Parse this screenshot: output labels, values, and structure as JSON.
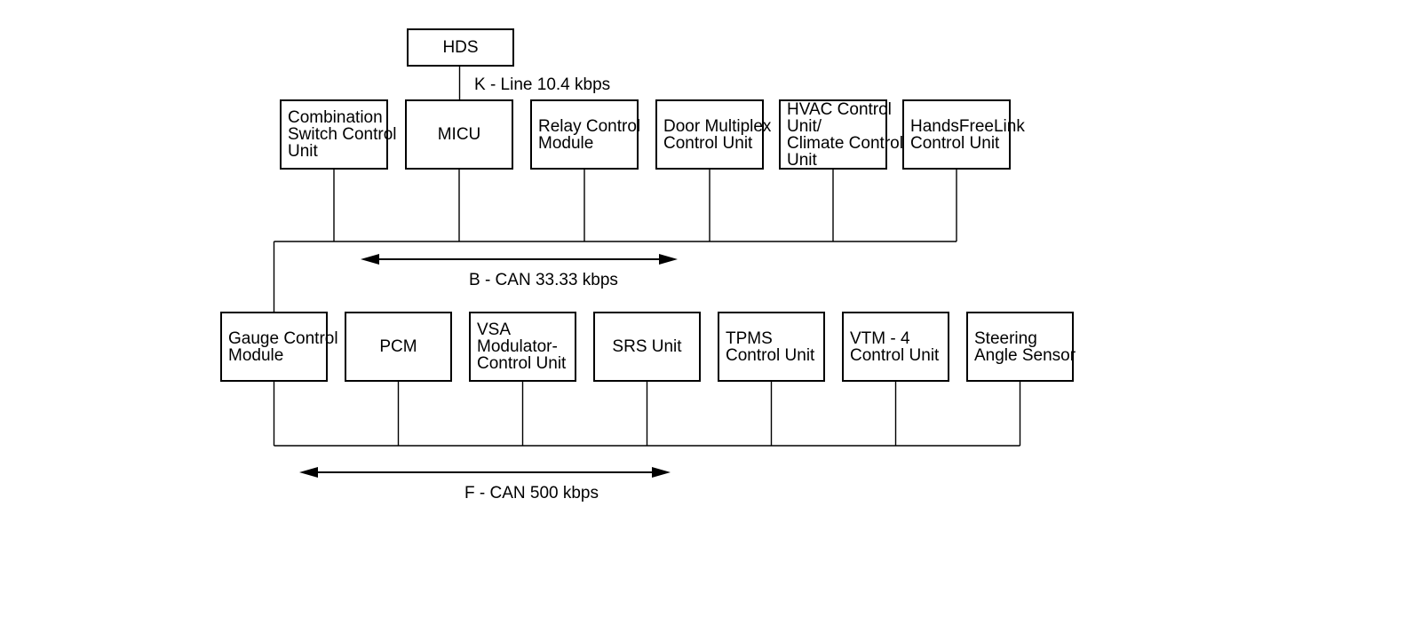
{
  "colors": {
    "background": "#ffffff",
    "line": "#000000",
    "text": "#000000"
  },
  "tester": {
    "label": "HDS"
  },
  "buses": {
    "k_line": {
      "label": "K - Line 10.4 kbps"
    },
    "b_can": {
      "label": "B - CAN 33.33 kbps"
    },
    "f_can": {
      "label": "F - CAN 500 kbps"
    }
  },
  "b_can_nodes": [
    {
      "label": "Combination\nSwitch Control\nUnit"
    },
    {
      "label": "MICU"
    },
    {
      "label": "Relay Control\nModule"
    },
    {
      "label": "Door Multiplex\nControl Unit"
    },
    {
      "label": "HVAC Control\nUnit/\nClimate Control\nUnit"
    },
    {
      "label": "HandsFreeLink\nControl Unit"
    }
  ],
  "f_can_nodes": [
    {
      "label": "Gauge Control\nModule"
    },
    {
      "label": "PCM"
    },
    {
      "label": "VSA\nModulator-\nControl Unit"
    },
    {
      "label": "SRS Unit"
    },
    {
      "label": "TPMS\nControl Unit"
    },
    {
      "label": "VTM - 4\nControl Unit"
    },
    {
      "label": "Steering\nAngle Sensor"
    }
  ]
}
